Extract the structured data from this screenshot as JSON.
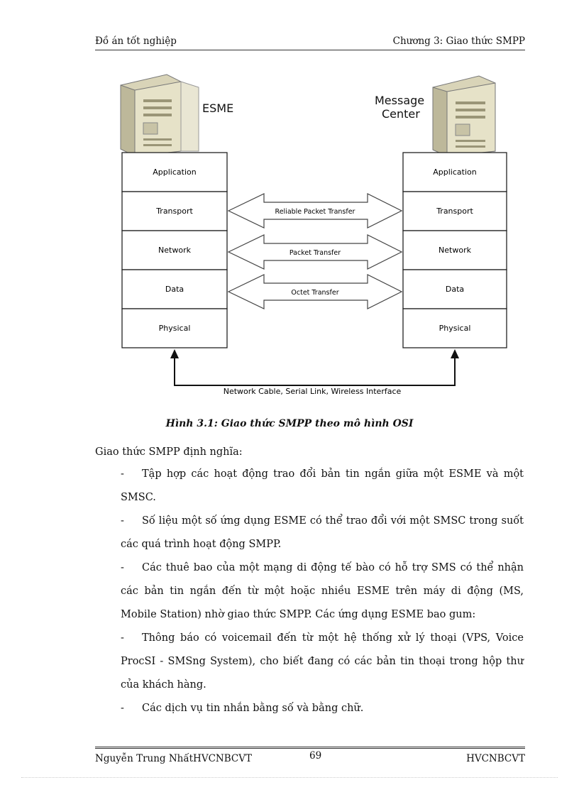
{
  "header": {
    "left": "Đồ án tốt nghiệp",
    "right": "Chương 3: Giao thức SMPP"
  },
  "figure": {
    "esme_label": "ESME",
    "mc_label_line1": "Message",
    "mc_label_line2": "Center",
    "layers": [
      "Application",
      "Transport",
      "Network",
      "Data",
      "Physical"
    ],
    "arrows": [
      "Reliable Packet Transfer",
      "Packet Transfer",
      "Octet Transfer"
    ],
    "bottom_link": "Network Cable, Serial Link, Wireless Interface"
  },
  "caption": "Hình 3.1: Giao thức SMPP theo mô hình OSI",
  "intro": "Giao thức SMPP định nghĩa:",
  "items": [
    {
      "dash": "-",
      "text": "Tập hợp các hoạt động trao đổi bản tin ngắn giữa một ESME và một SMSC."
    },
    {
      "dash": "-",
      "text": "Số liệu một số ứng dụng ESME có thể trao đổi với một SMSC trong suốt các quá trình hoạt động SMPP."
    },
    {
      "dash": "-",
      "text": "Các thuê bao của một mạng di động tế bào có hỗ trợ SMS có thể nhận các bản tin ngắn đến từ một hoặc nhiều ESME trên máy di động (MS, Mobile Station) nhờ giao thức SMPP. Các ứng dụng ESME bao gum:"
    },
    {
      "dash": "-",
      "text": "Thông báo có voicemail đến từ một hệ thống xử lý thoại (VPS, Voice ProcSI - SMSng System), cho biết đang có các bản tin thoại trong hộp thư của khách hàng."
    },
    {
      "dash": "-",
      "text": "Các dịch vụ tin nhắn bằng số và bằng chữ."
    }
  ],
  "footer": {
    "left": "Nguyễn Trung NhấtHVCNBCVT",
    "page": "69",
    "right": "HVCNBCVT"
  }
}
